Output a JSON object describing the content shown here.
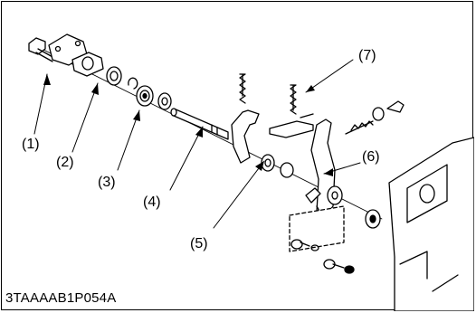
{
  "figure": {
    "code": "3TAAAAB1P054A",
    "callouts": [
      {
        "id": "1",
        "text": "(1)"
      },
      {
        "id": "2",
        "text": "(2)"
      },
      {
        "id": "3",
        "text": "(3)"
      },
      {
        "id": "4",
        "text": "(4)"
      },
      {
        "id": "5",
        "text": "(5)"
      },
      {
        "id": "6",
        "text": "(6)"
      },
      {
        "id": "7",
        "text": "(7)"
      }
    ]
  },
  "colors": {
    "line": "#000000",
    "background": "#ffffff"
  }
}
